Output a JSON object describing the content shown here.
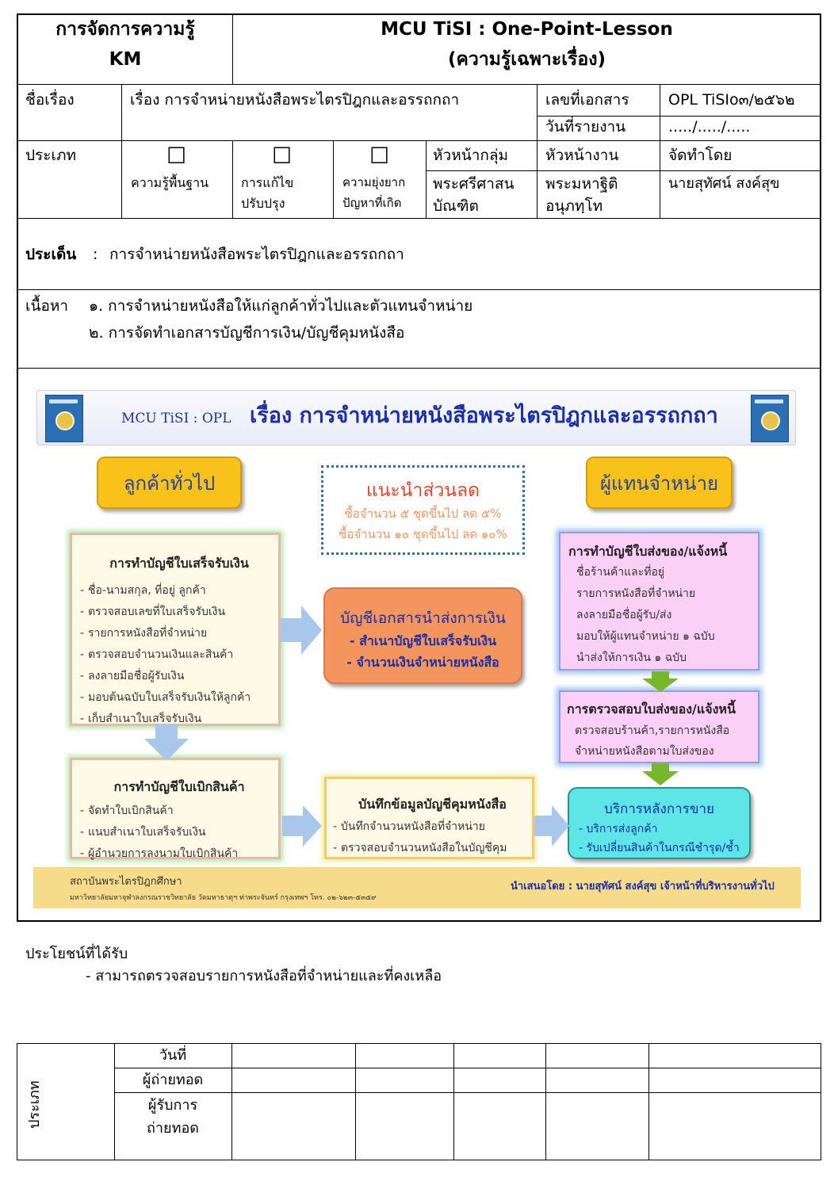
{
  "header": {
    "left_line1": "การจัดการความรู้",
    "left_line2": "KM",
    "right_line1": "MCU TiSI : One-Point-Lesson",
    "right_line2": "(ความรู้เฉพาะเรื่อง)"
  },
  "row_title": {
    "label": "ชื่อเรื่อง",
    "value": "เรื่อง การจำหน่ายหนังสือพระไตรปิฎกและอรรถกถา",
    "docno_label": "เลขที่เอกสาร",
    "docno_value": "OPL TiSIo๓/๒๕๖๒",
    "date_label": "วันที่รายงาน",
    "date_value": "...../...../....."
  },
  "row_type": {
    "label": "ประเภท",
    "options": [
      {
        "box": "☐",
        "label_line1": "ความรู้พื้นฐาน",
        "label_line2": ""
      },
      {
        "box": "☐",
        "label_line1": "การแก้ไข",
        "label_line2": "ปรับปรุง"
      },
      {
        "box": "☐",
        "label_line1": "ความยุ่งยาก",
        "label_line2": "ปัญหาที่เกิด"
      }
    ],
    "group_head_label": "หัวหน้ากลุ่ม",
    "group_head_line1": "พระศรีศาสน",
    "group_head_line2": "บัณฑิต",
    "work_head_label": "หัวหน้างาน",
    "work_head_line1": "พระมหาฐิติ",
    "work_head_line2": "อนุภทฺโท",
    "prepared_label": "จัดทำโดย",
    "prepared_value": "นายสุทัศน์  สงค์สุข"
  },
  "issue": {
    "label": "ประเด็น",
    "sep": ":",
    "value": "การจำหน่ายหนังสือพระไตรปิฎกและอรรถกถา"
  },
  "content": {
    "label": "เนื้อหา",
    "items": [
      "๑.  การจำหน่ายหนังสือให้แก่ลูกค้าทั่วไปและตัวแทนจำหน่าย",
      "๒. การจัดทำเอกสารบัญชีการเงิน/บัญชีคุมหนังสือ"
    ]
  },
  "infographic": {
    "banner_prefix": "MCU TiSI : OPL",
    "banner_title": "เรื่อง การจำหน่ายหนังสือพระไตรปิฎกและอรรถกถา",
    "customer_btn": "ลูกค้าทั่วไป",
    "agent_btn": "ผู้แทนจำหน่าย",
    "discount": {
      "title": "แนะนำส่วนลด",
      "line1": "ซื้อจำนวน ๕ ชุดขึ้นไป ลด ๕%",
      "line2": "ซื้อจำนวน ๑๐ ชุดขึ้นไป ลด ๑๐%"
    },
    "receipt_panel": {
      "title": "การทำบัญชีใบเสร็จรับเงิน",
      "items": [
        "ชื่อ-นามสกุล, ที่อยู่ ลูกค้า",
        "ตรวจสอบเลขที่ใบเสร็จรับเงิน",
        "รายการหนังสือที่จำหน่าย",
        "ตรวจสอบจำนวนเงินและสินค้า",
        "ลงลายมือชื่อผู้รับเงิน",
        "มอบต้นฉบับใบเสร็จรับเงินให้ลูกค้า",
        "เก็บสำเนาใบเสร็จรับเงิน"
      ]
    },
    "finance_box": {
      "title": "บัญชีเอกสารนำส่งการเงิน",
      "line1": "- สำเนาบัญชีใบเสร็จรับเงิน",
      "line2": "- จำนวนเงินจำหน่ายหนังสือ"
    },
    "delivery_panel": {
      "title": "การทำบัญชีใบส่งของ/แจ้งหนี้",
      "items": [
        "ชื่อร้านค้าและที่อยู่",
        "รายการหนังสือที่จำหน่าย",
        "ลงลายมือชื่อผู้รับ/ส่ง",
        "มอบให้ผู้แทนจำหน่าย ๑ ฉบับ",
        "นำส่งให้การเงิน ๑ ฉบับ"
      ]
    },
    "check_panel": {
      "title": "การตรวจสอบใบส่งของ/แจ้งหนี้",
      "items": [
        "ตรวจสอบร้านค้า,รายการหนังสือ",
        "จำหน่ายหนังสือตามใบส่งของ"
      ]
    },
    "withdraw_panel": {
      "title": "การทำบัญชีใบเบิกสินค้า",
      "items": [
        "จัดทำใบเบิกสินค้า",
        "แนบสำเนาใบเสร็จรับเงิน",
        "ผู้อำนวยการลงนามใบเบิกสินค้า"
      ]
    },
    "stock_panel": {
      "title": "บันทึกข้อมูลบัญชีคุมหนังสือ",
      "items": [
        "บันทึกจำนวนหนังสือที่จำหน่าย",
        "ตรวจสอบจำนวนหนังสือในบัญชีคุม"
      ]
    },
    "after_sales": {
      "title": "บริการหลังการขาย",
      "line1": "- บริการส่งลูกค้า",
      "line2": "- รับเปลี่ยนสินค้าในกรณีชำรุด/ช้ำ"
    },
    "footer_org": "สถาบันพระไตรปิฎกศึกษา",
    "footer_address": "มหาวิทยาลัยมหาจุฬาลงกรณราชวิทยาลัย วัดมหาธาตุฯ ท่าพระจันทร์ กรุงเทพฯ โทร. ๐๒-๖๒๓-๕๓๕๙",
    "footer_presenter": "นำเสนอโดย : นายสุทัศน์ สงค์สุข  เจ้าหน้าที่บริหารงานทั่วไป"
  },
  "benefits": {
    "label": "ประโยชน์ที่ได้รับ",
    "item": "- สามารถตรวจสอบรายการหนังสือที่จำหน่ายและที่คงเหลือ"
  },
  "transfer_table": {
    "side_label": "ประเภท",
    "row1": "วันที่",
    "row2": "ผู้ถ่ายทอด",
    "row3_line1": "ผู้รับการ",
    "row3_line2": "ถ่ายทอด"
  },
  "colors": {
    "yellow_button": "#f8c21a",
    "title_blue": "#1a2fa8",
    "finance_orange": "#f4955e",
    "pink_panel": "#fbd0f7",
    "cyan_box": "#5ee6e6",
    "footer_yellow": "#f6dc8a",
    "arrow_blue": "#a9c7ea",
    "arrow_green": "#76b82a"
  }
}
